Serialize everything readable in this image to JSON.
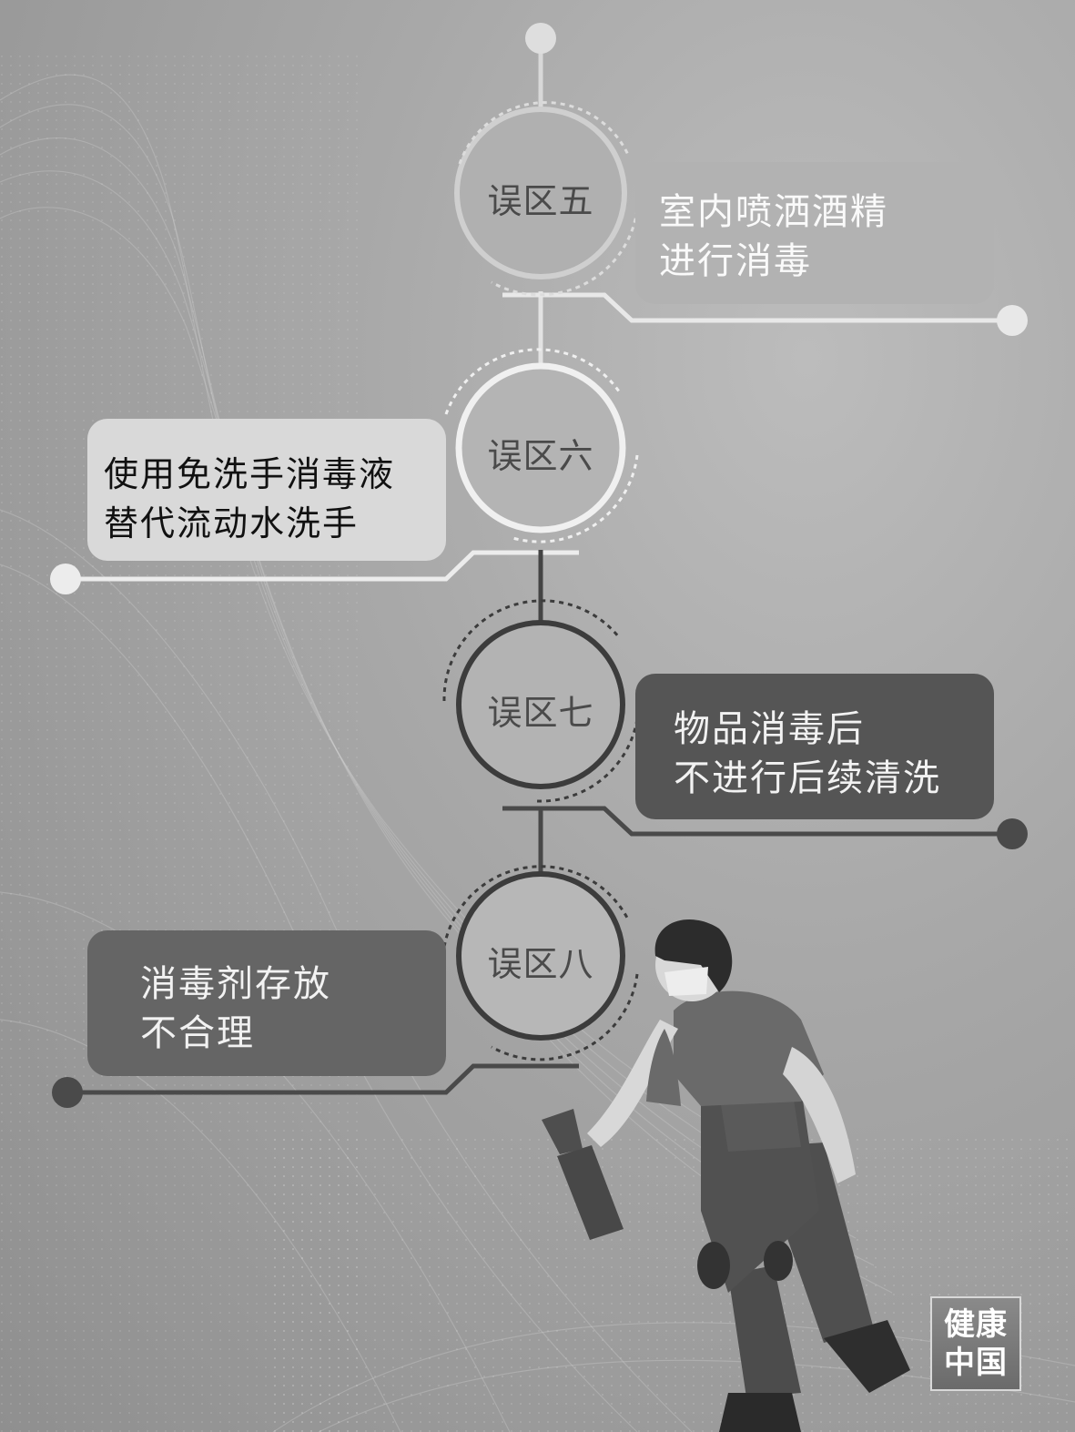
{
  "timeline": {
    "items": [
      {
        "badge": "误区五",
        "text": [
          "室内喷洒酒精",
          "进行消毒"
        ]
      },
      {
        "badge": "误区六",
        "text": [
          "使用免洗手消毒液",
          "替代流动水洗手"
        ]
      },
      {
        "badge": "误区七",
        "text": [
          "物品消毒后",
          "不进行后续清洗"
        ]
      },
      {
        "badge": "误区八",
        "text": [
          "消毒剂存放",
          "不合理"
        ]
      }
    ]
  },
  "logo": {
    "line1": "健康",
    "line2": "中国"
  },
  "colors": {
    "background": "#9a9a9a",
    "card5": "#b2b2b2",
    "card6": "#d9d9d9",
    "card7": "#555555",
    "card8": "#656565"
  },
  "illustration": {
    "name": "person-spraying-disinfectant-illustration"
  }
}
